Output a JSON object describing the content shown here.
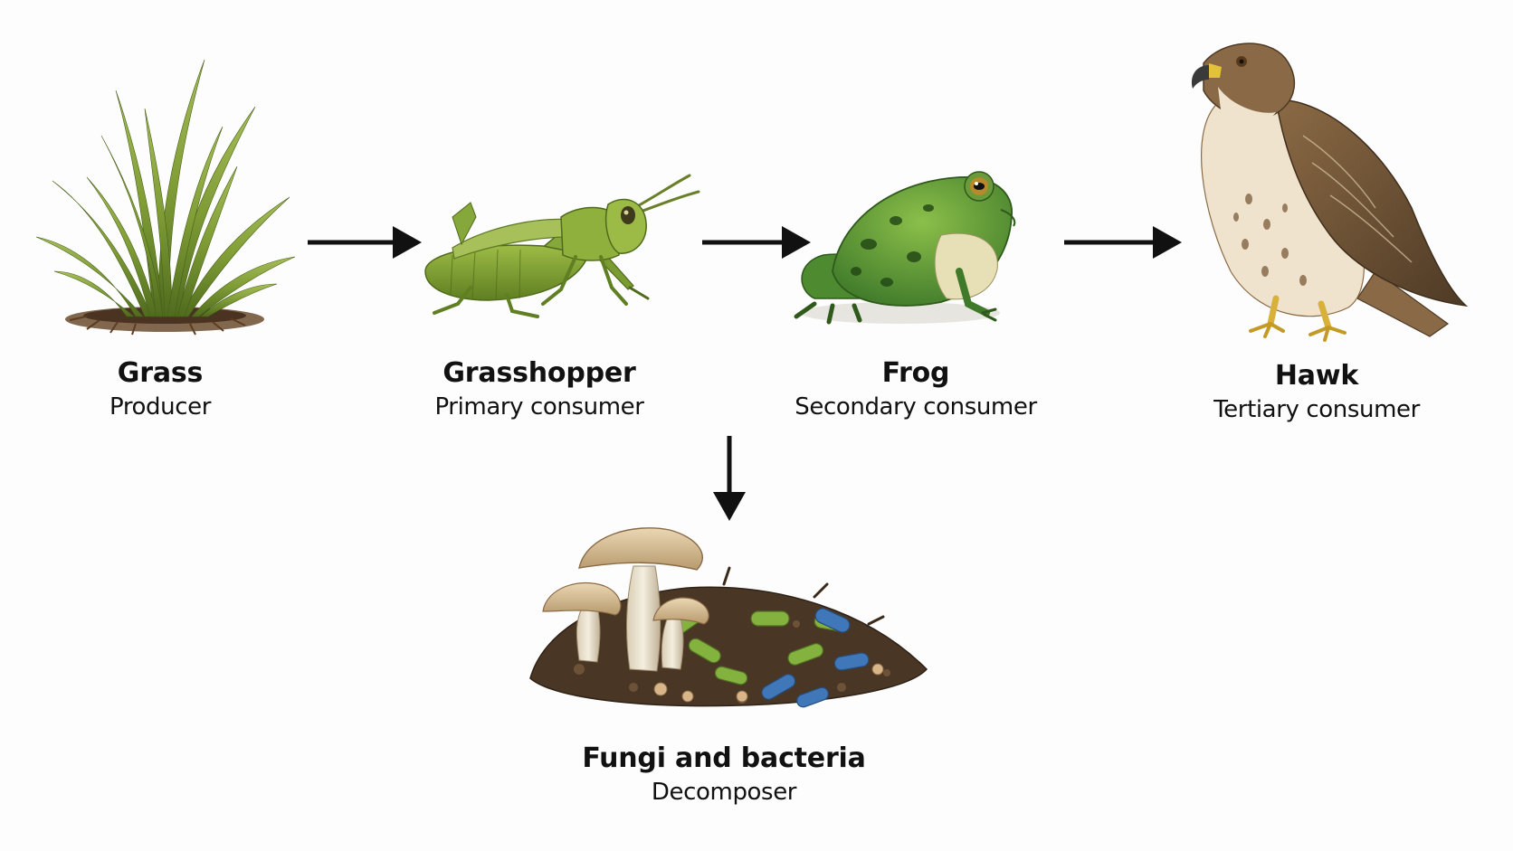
{
  "organisms": [
    {
      "id": "grass",
      "name": "Grass",
      "role": "Producer",
      "icon": "grass-icon"
    },
    {
      "id": "grasshopper",
      "name": "Grasshopper",
      "role": "Primary consumer",
      "icon": "grasshopper-icon"
    },
    {
      "id": "frog",
      "name": "Frog",
      "role": "Secondary consumer",
      "icon": "frog-icon"
    },
    {
      "id": "hawk",
      "name": "Hawk",
      "role": "Tertiary consumer",
      "icon": "hawk-icon"
    },
    {
      "id": "decomposers",
      "name": "Fungi and bacteria",
      "role": "Decomposer",
      "icon": "fungi-bacteria-icon"
    }
  ],
  "arrows": [
    {
      "from": "grass",
      "to": "grasshopper"
    },
    {
      "from": "grasshopper",
      "to": "frog"
    },
    {
      "from": "frog",
      "to": "hawk"
    },
    {
      "from": "grasshopper",
      "to": "decomposers"
    }
  ],
  "colors": {
    "background": "#fdfdfd",
    "arrow": "#111111",
    "text": "#111111"
  }
}
